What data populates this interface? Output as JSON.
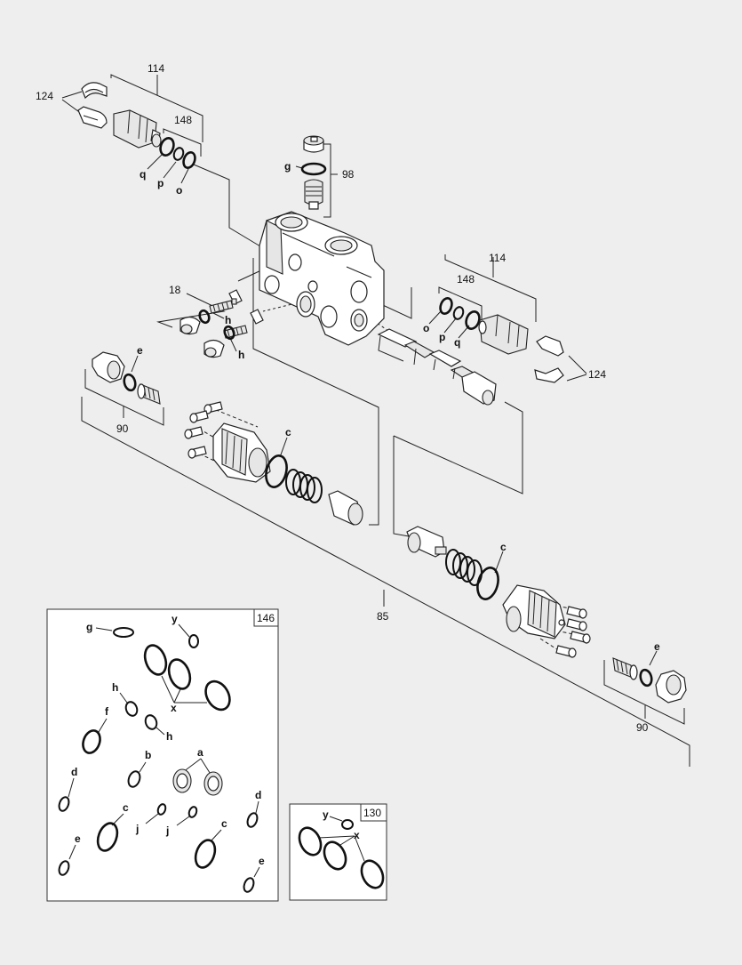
{
  "callouts": {
    "p114_top": "114",
    "p124_top": "124",
    "p148_top": "148",
    "q_top": "q",
    "p_top": "p",
    "o_top": "o",
    "g_top": "g",
    "p98": "98",
    "p18": "18",
    "h1": "h",
    "h2": "h",
    "p114_right": "114",
    "p148_right": "148",
    "o_right": "o",
    "p_right": "p",
    "q_right": "q",
    "p124_right": "124",
    "e_left": "e",
    "p90_left": "90",
    "c_left": "c",
    "c_right": "c",
    "p85": "85",
    "e_right": "e",
    "p90_right": "90"
  },
  "kit146": {
    "number": "146",
    "labels": {
      "g": "g",
      "y": "y",
      "x": "x",
      "h1": "h",
      "h2": "h",
      "f": "f",
      "b": "b",
      "a": "a",
      "d1": "d",
      "d2": "d",
      "c1": "c",
      "c2": "c",
      "j1": "j",
      "j2": "j",
      "e1": "e",
      "e2": "e"
    }
  },
  "kit130": {
    "number": "130",
    "labels": {
      "y": "y",
      "x": "x"
    }
  },
  "icons": [
    "valve-body",
    "relief-valve-cartridge",
    "spool",
    "spring",
    "o-ring",
    "cap",
    "bolt",
    "end-cap",
    "hex-plug",
    "snap-clip"
  ]
}
